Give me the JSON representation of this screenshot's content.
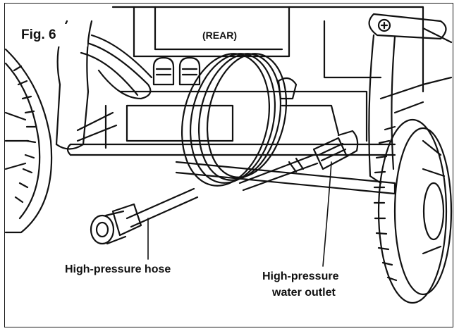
{
  "figure": {
    "number_label": "Fig. 6",
    "view_label": "(REAR)"
  },
  "callouts": {
    "hose": "High-pressure hose",
    "outlet_line_1": "High-pressure",
    "outlet_line_2": "water outlet"
  },
  "colors": {
    "ink": "#111111",
    "background": "#ffffff"
  }
}
